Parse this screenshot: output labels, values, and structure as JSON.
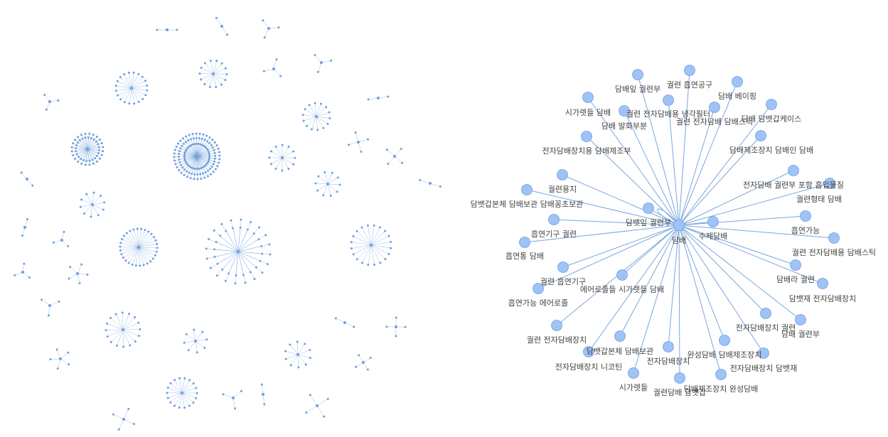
{
  "colors": {
    "edge": "#7aa6dc",
    "node_fill": "#9fc3f6",
    "node_stroke": "#6f9ee0",
    "label": "#444444",
    "small_node": "#6f9ee0"
  },
  "overview_graph": {
    "clusters": [
      {
        "leaves": 2
      },
      {
        "leaves": 2
      },
      {
        "leaves": 3
      },
      {
        "leaves": 2
      },
      {
        "leaves": 3
      },
      {
        "leaves": 3
      },
      {
        "leaves": 4
      },
      {
        "leaves": 4
      },
      {
        "leaves": 20
      },
      {
        "leaves": 14
      },
      {
        "leaves": 14
      },
      {
        "leaves": 12
      },
      {
        "leaves": 10
      },
      {
        "leaves": 10
      },
      {
        "leaves": 8
      },
      {
        "leaves": 48
      },
      {
        "leaves": 120
      },
      {
        "leaves": 30
      },
      {
        "leaves": 40
      },
      {
        "leaves": 20
      },
      {
        "leaves": 16
      },
      {
        "leaves": 10
      },
      {
        "leaves": 18
      },
      {
        "leaves": 4
      },
      {
        "leaves": 4
      },
      {
        "leaves": 3
      },
      {
        "leaves": 2
      },
      {
        "leaves": 2
      },
      {
        "leaves": 3
      },
      {
        "leaves": 5
      },
      {
        "leaves": 3
      },
      {
        "leaves": 3
      },
      {
        "leaves": 5
      },
      {
        "leaves": 4
      },
      {
        "leaves": 4
      },
      {
        "leaves": 2
      },
      {
        "leaves": 2
      },
      {
        "leaves": 3
      },
      {
        "leaves": 2
      }
    ]
  },
  "ego_graph": {
    "center_label": "담배",
    "nodes": [
      "담뱃잎 궐련부",
      "수제담배",
      "궐련 흡연공구",
      "담배잎 궐련부",
      "담배 베이핑",
      "궐련 전자담배용 냉각필터",
      "궐련 전자담배 담배스틱",
      "시가렛들 담배",
      "담배 발화부분",
      "담배 담뱃갑케이스",
      "전자담배장치용 담배제조부",
      "담배제조장치 담배인 담배",
      "궐련용지",
      "전자담배 궐련부 포함 흡입물질",
      "담뱃갑본체 담배보관 담배꽁초보관",
      "궐련형태 담배",
      "흡연기구 궐련",
      "흡연가능",
      "흡연통 담배",
      "궐련 전자담배용 담배스틱",
      "궐련 흡연기구",
      "에어로졸들 시가렛들 담배",
      "담배라 궐련",
      "흡연가능 에어로졸",
      "담뱃재 전자담배장치",
      "궐련 전자담배장치",
      "전자담배장치 궐련",
      "담배 궐련부",
      "담뱃갑본체 담배보관",
      "전자담배장치 니코틴",
      "완성담배 담배제조장치",
      "전자담배장치",
      "전자담배장치 담뱃재",
      "시가렛들",
      "궐련담배 담뱃갑",
      "담배제조장치 완성담배"
    ]
  }
}
